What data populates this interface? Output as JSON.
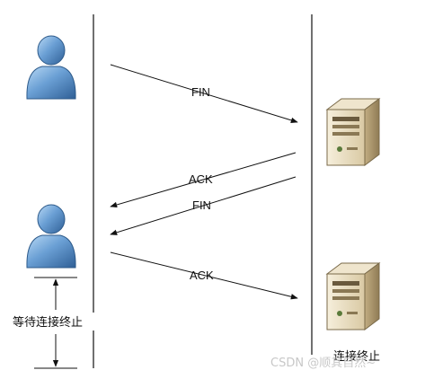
{
  "diagram": {
    "messages": [
      {
        "label": "FIN",
        "direction": "client-to-server"
      },
      {
        "label": "ACK",
        "direction": "server-to-client"
      },
      {
        "label": "FIN",
        "direction": "server-to-client"
      },
      {
        "label": "ACK",
        "direction": "client-to-server"
      }
    ],
    "wait_label": "等待连接终止",
    "server_caption": "连接终止",
    "watermark": "CSDN @顺其自然~",
    "colors": {
      "line": "#111111",
      "person_body": "#5b8fc7",
      "person_highlight": "#a9cdf0",
      "server_body": "#e8dcc0",
      "server_shade": "#b8a57e"
    }
  }
}
